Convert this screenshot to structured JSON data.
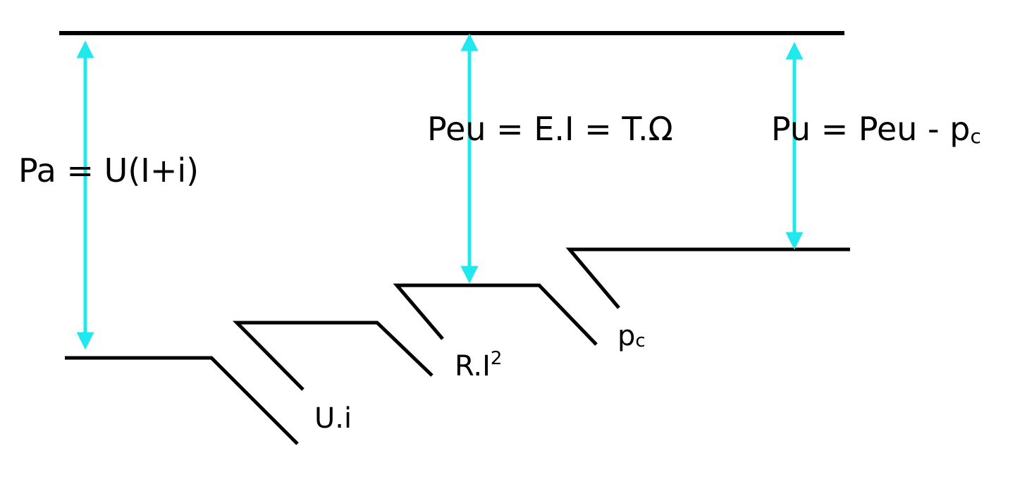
{
  "colors": {
    "lines": "#000000",
    "arrows": "#1fe8ee",
    "background": "#ffffff"
  },
  "labels": {
    "pa": "Pa = U(I+i)",
    "peu": "Peu = E.I = T.Ω",
    "pu_main": "Pu = Peu - p",
    "pu_sub": "c",
    "ui": "U.i",
    "ri2_main": "R.I",
    "ri2_sup": "2",
    "pc_main": "p",
    "pc_sub": "c"
  }
}
